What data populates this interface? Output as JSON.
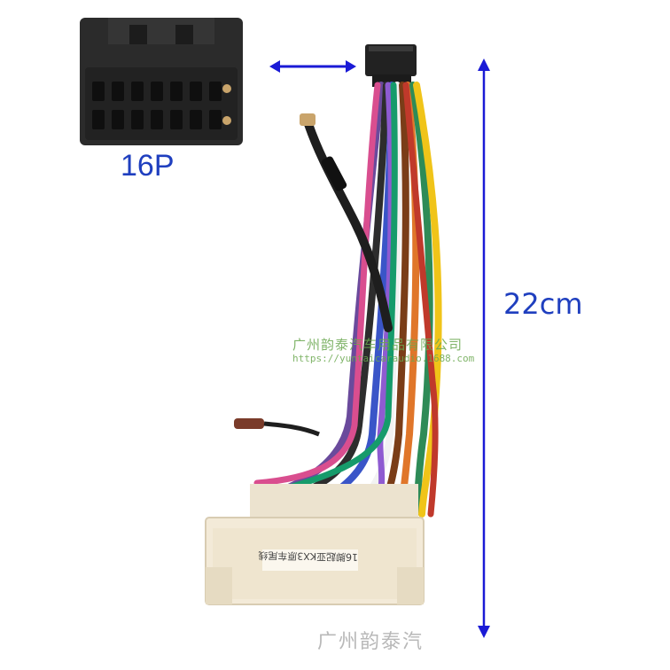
{
  "connector_label": "16P",
  "length_label": "22cm",
  "watermark": {
    "company": "广州韵泰汽车用品有限公司",
    "url": "https://yuntaicaraudio.1688.com",
    "bottom": "广州韵泰汽"
  },
  "plug_sticker": "16脚起亚KX3原车尾线",
  "colors": {
    "arrow": "#1a1ad6",
    "label": "#1f3fbf",
    "connector_black": "#2a2a2a",
    "plug_cream": "#f3ead8"
  },
  "icons": [
    "horizontal-double-arrow",
    "vertical-double-arrow"
  ]
}
